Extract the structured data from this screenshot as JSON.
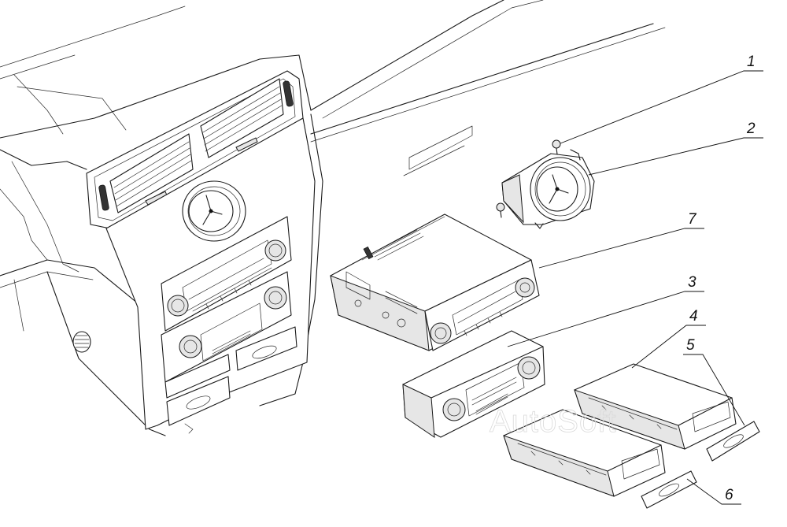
{
  "callouts": [
    {
      "id": "1",
      "label": "1"
    },
    {
      "id": "2",
      "label": "2"
    },
    {
      "id": "3",
      "label": "3"
    },
    {
      "id": "4",
      "label": "4"
    },
    {
      "id": "5",
      "label": "5"
    },
    {
      "id": "6",
      "label": "6"
    },
    {
      "id": "7",
      "label": "7"
    }
  ],
  "watermark": "AutoSoft",
  "icons": {
    "clock": "clock-icon",
    "speaker_grille": "speaker-grille-icon",
    "screw": "screw-icon"
  }
}
